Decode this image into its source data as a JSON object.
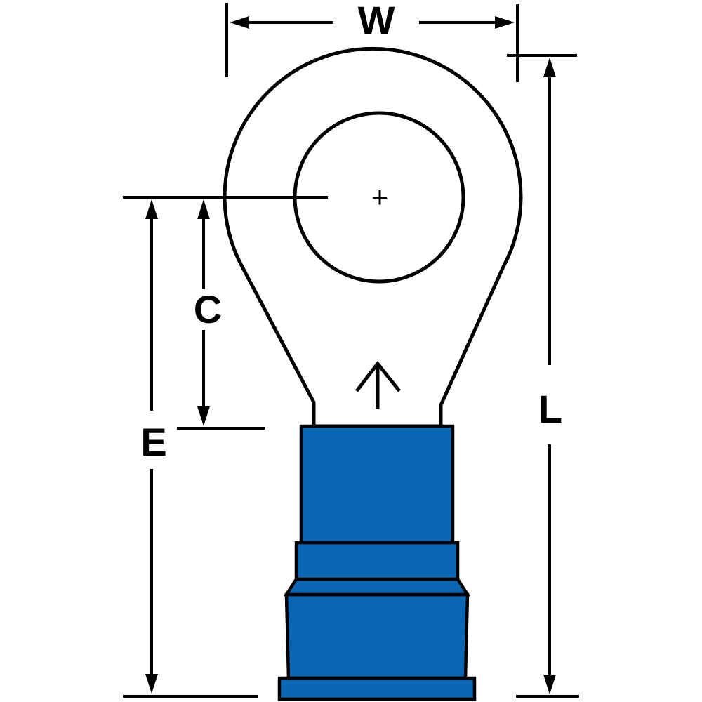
{
  "diagram": {
    "kind": "ring-terminal-dimension-drawing",
    "labels": {
      "width": "W",
      "center_height": "C",
      "terminal_height": "E",
      "overall_length": "L",
      "hole_center_mark": "+"
    },
    "icons": {
      "wire_entry_arrow": "up-arrow-icon",
      "dimension_arrowheads": "filled-triangle-arrow-icon"
    },
    "colors": {
      "insulation_blue": "#0a66b2",
      "line_black": "#000000",
      "background_white": "#ffffff"
    }
  }
}
